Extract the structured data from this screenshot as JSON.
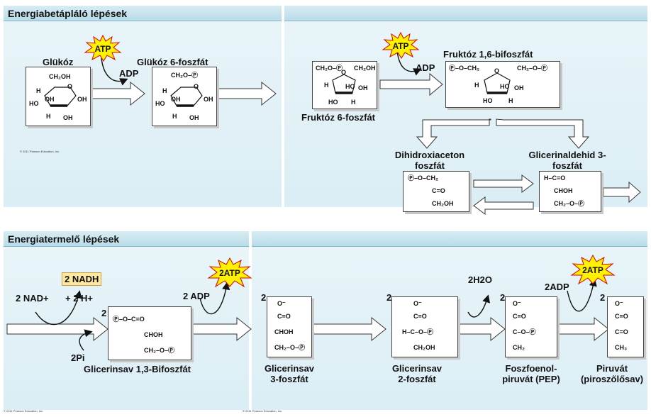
{
  "panels": {
    "top_left_title": "Energiabetápláló lépések",
    "bottom_left_title": "Energiatermelő lépések"
  },
  "molecules": {
    "glucose": "Glükóz",
    "g6p": "Glükóz 6-foszfát",
    "f6p": "Fruktóz 6-foszfát",
    "f16bp": "Fruktóz 1,6-bifoszfát",
    "dhap": "Dihidroxiaceton foszfát",
    "g3p": "Glicerinaldehid 3-foszfát",
    "bpg": "Glicerinsav 1,3-Bifoszfát",
    "pg3": "Glicerinsav 3-foszfát",
    "pg2": "Glicerinsav 2-foszfát",
    "pep": "Foszfoenol-piruvát (PEP)",
    "pyruvate": "Piruvát (piroszőlősav)"
  },
  "reagents": {
    "atp": "ATP",
    "adp": "ADP",
    "two_atp": "2ATP",
    "two_adp_a": "2 ADP",
    "two_adp_b": "2ADP",
    "nadh": "2 NADH",
    "nad": "2 NAD+",
    "h": "+ 2 H+",
    "pi": "2Pi",
    "water": "2H2O",
    "coef": "2"
  },
  "chem": {
    "ch2oh": "CH₂OH",
    "ch2op": "CH₂O–Ⓟ",
    "p_o_ch2": "Ⓟ–O–CH₂",
    "ch2_o_p": "CH₂–O–Ⓟ",
    "oh": "OH",
    "ho": "HO",
    "h": "H",
    "o": "O",
    "c_eq_o": "C=O",
    "choh": "CHOH",
    "ch2oh2": "CH₂OH",
    "o_minus": "O⁻",
    "ch3": "CH₃",
    "hc_eq_o": "H–C=O",
    "h_c_o_p": "H–C–O–Ⓟ",
    "c_o_p": "C–O–Ⓟ",
    "ch2": "CH₂",
    "p_o_c_eq_o": "Ⓟ–O–C=O"
  },
  "copyright": "© 2011 Pearson Education, Inc."
}
